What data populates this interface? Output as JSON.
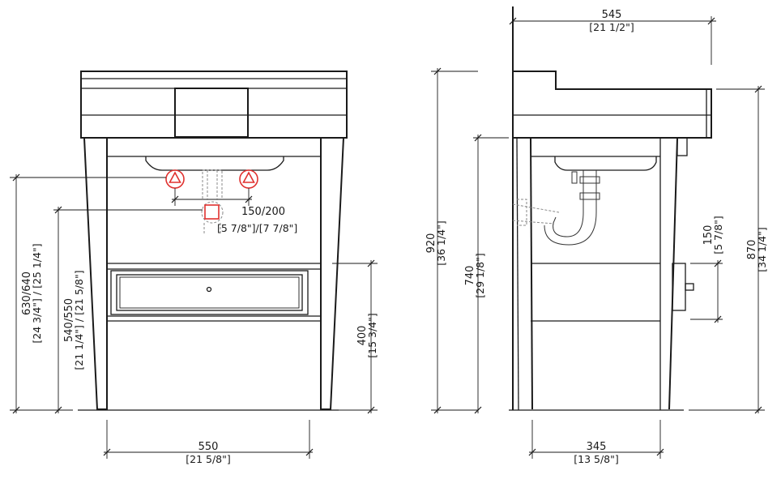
{
  "front": {
    "width_dim": {
      "value": "550",
      "inch": "[21 5/8\"]"
    },
    "height_sink_dim": {
      "value": "630/640",
      "inch": "[24 3/4\"] / [25 1/4\"]"
    },
    "height_trap_dim": {
      "value": "540/550",
      "inch": "[21 1/4\"] / [21 5/8\"]"
    },
    "drawer_height_dim": {
      "value": "400",
      "inch": "[15 3/4\"]"
    },
    "supply_spacing_dim": {
      "value": "150/200",
      "inch": "[5 7/8\"]/[7 7/8\"]"
    }
  },
  "side": {
    "depth_top_dim": {
      "value": "545",
      "inch": "[21 1/2\"]"
    },
    "overall_height_dim": {
      "value": "920",
      "inch": "[36 1/4\"]"
    },
    "counter_height_dim": {
      "value": "870",
      "inch": "[34 1/4\"]"
    },
    "sink_height_dim": {
      "value": "740",
      "inch": "[29 1/8\"]"
    },
    "drawer_dim": {
      "value": "150",
      "inch": "[5 7/8\"]"
    },
    "base_depth_dim": {
      "value": "345",
      "inch": "[13 5/8\"]"
    }
  },
  "colors": {
    "line": "#1a1a1a",
    "supply_marker": "#e0312f",
    "hidden": "#888888"
  }
}
